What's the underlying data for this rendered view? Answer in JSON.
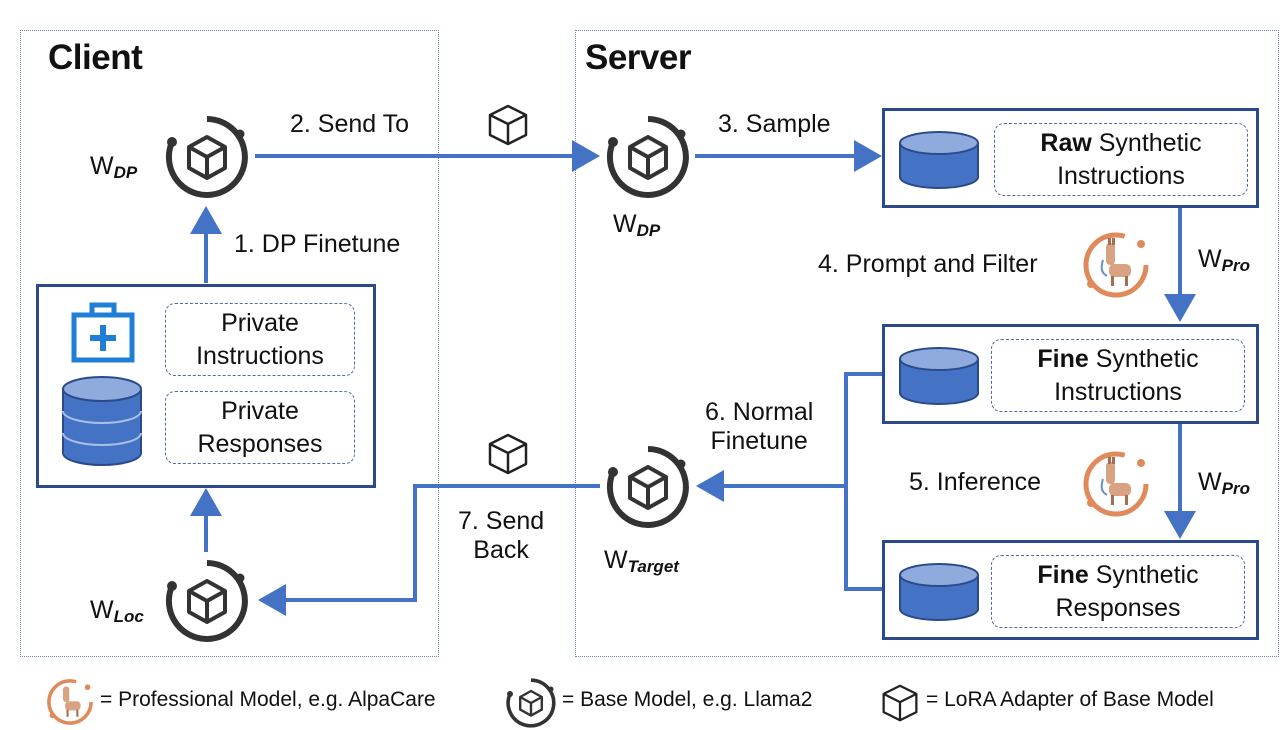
{
  "client": {
    "title": "Client",
    "w_dp": {
      "base": "W",
      "sub": "DP"
    },
    "w_loc": {
      "base": "W",
      "sub": "Loc"
    },
    "step_dp_finetune": "1. DP Finetune",
    "private_instructions": [
      "Private",
      "Instructions"
    ],
    "private_responses": [
      "Private",
      "Responses"
    ]
  },
  "server": {
    "title": "Server",
    "w_dp": {
      "base": "W",
      "sub": "DP"
    },
    "w_target": {
      "base": "W",
      "sub": "Target"
    },
    "w_pro_1": {
      "base": "W",
      "sub": "Pro"
    },
    "w_pro_2": {
      "base": "W",
      "sub": "Pro"
    },
    "step_sample": "3. Sample",
    "step_prompt_filter": "4. Prompt and Filter",
    "step_inference": "5. Inference",
    "step_normal_finetune": [
      "6. Normal",
      "Finetune"
    ],
    "raw_box": {
      "bold": "Raw",
      "rest": " Synthetic",
      "line2": "Instructions"
    },
    "fine_instr_box": {
      "bold": "Fine",
      "rest": " Synthetic",
      "line2": "Instructions"
    },
    "fine_resp_box": {
      "bold": "Fine",
      "rest": " Synthetic",
      "line2": "Responses"
    }
  },
  "step_send_to": "2. Send To",
  "step_send_back": [
    "7. Send",
    "Back"
  ],
  "legend": {
    "professional": "= Professional Model, e.g. AlpaCare",
    "base": "= Base Model, e.g. Llama2",
    "lora": "= LoRA Adapter of Base Model"
  },
  "colors": {
    "arrow": "#4472c4",
    "box_border": "#2a4a8c",
    "db_fill": "#4472c4",
    "db_top": "#8faadc",
    "medkit": "#1f7fd6",
    "llama_ring": "#e08a5c"
  }
}
